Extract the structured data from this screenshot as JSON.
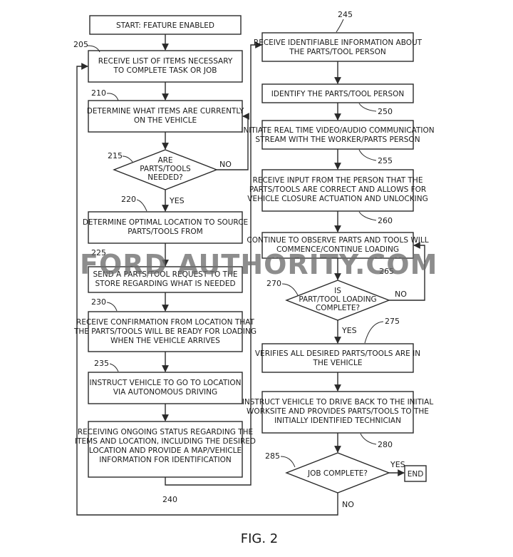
{
  "steps": {
    "start": [
      "START: FEATURE ENABLED"
    ],
    "s205": [
      "RECEIVE LIST OF ITEMS NECESSARY",
      "TO COMPLETE TASK OR JOB"
    ],
    "s210": [
      "DETERMINE WHAT ITEMS ARE CURRENTLY",
      "ON THE VEHICLE"
    ],
    "d215": [
      "ARE",
      "PARTS/TOOLS",
      "NEEDED?"
    ],
    "s220": [
      "DETERMINE OPTIMAL LOCATION TO SOURCE",
      "PARTS/TOOLS FROM"
    ],
    "s225": [
      "SEND A PARTS/TOOL REQUEST TO THE",
      "STORE REGARDING WHAT IS NEEDED"
    ],
    "s230": [
      "RECEIVE CONFIRMATION FROM LOCATION THAT",
      "THE PARTS/TOOLS WILL BE READY FOR LOADING",
      "WHEN THE VEHICLE ARRIVES"
    ],
    "s235": [
      "INSTRUCT VEHICLE TO GO TO LOCATION",
      "VIA AUTONOMOUS DRIVING"
    ],
    "s240": [
      "RECEIVING ONGOING STATUS REGARDING THE",
      "ITEMS AND LOCATION, INCLUDING THE DESIRED",
      "LOCATION AND PROVIDE A MAP/VEHICLE",
      "INFORMATION FOR IDENTIFICATION"
    ],
    "s245": [
      "RECEIVE IDENTIFIABLE INFORMATION ABOUT",
      "THE PARTS/TOOL PERSON"
    ],
    "s250": [
      "IDENTIFY THE PARTS/TOOL PERSON"
    ],
    "s255": [
      "INITIATE REAL TIME VIDEO/AUDIO COMMUNICATION",
      "STREAM WITH THE WORKER/PARTS PERSON"
    ],
    "s260": [
      "RECEIVE INPUT FROM THE PERSON THAT THE",
      "PARTS/TOOLS ARE CORRECT AND ALLOWS FOR",
      "VEHICLE CLOSURE ACTUATION AND UNLOCKING"
    ],
    "s265": [
      "CONTINUE TO OBSERVE PARTS AND TOOLS WILL",
      "COMMENCE/CONTINUE LOADING"
    ],
    "d270": [
      "IS",
      "PART/TOOL LOADING",
      "COMPLETE?"
    ],
    "s275": [
      "VERIFIES ALL DESIRED PARTS/TOOLS ARE IN",
      "THE VEHICLE"
    ],
    "s280": [
      "INSTRUCT VEHICLE TO DRIVE BACK TO THE INITIAL",
      "WORKSITE AND PROVIDES PARTS/TOOLS TO THE",
      "INITIALLY IDENTIFIED TECHNICIAN"
    ],
    "d285": [
      "JOB COMPLETE?"
    ],
    "end": [
      "END"
    ]
  },
  "refs": {
    "r205": "205",
    "r210": "210",
    "r215": "215",
    "r220": "220",
    "r225": "225",
    "r230": "230",
    "r235": "235",
    "r240": "240",
    "r245": "245",
    "r250": "250",
    "r255": "255",
    "r260": "260",
    "r265": "265",
    "r270": "270",
    "r275": "275",
    "r280": "280",
    "r285": "285"
  },
  "branch_labels": {
    "d215_no": "NO",
    "d215_yes": "YES",
    "d270_no": "NO",
    "d270_yes": "YES",
    "d285_yes": "YES",
    "d285_no": "NO"
  },
  "figure_caption": "FIG. 2",
  "watermark": "FORD AUTHORITY.COM"
}
